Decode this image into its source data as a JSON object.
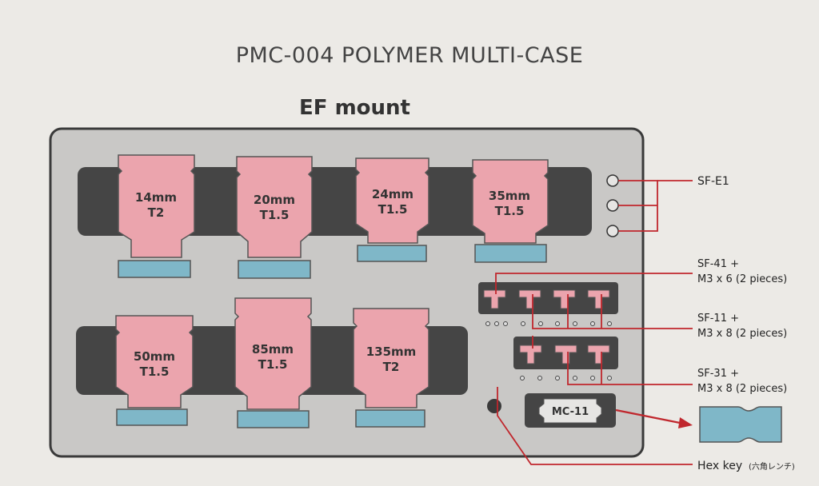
{
  "title": "PMC-004  POLYMER MULTI-CASE",
  "subtitle": "EF mount",
  "lenses": [
    {
      "focal": "14mm",
      "aperture": "T2"
    },
    {
      "focal": "20mm",
      "aperture": "T1.5"
    },
    {
      "focal": "24mm",
      "aperture": "T1.5"
    },
    {
      "focal": "35mm",
      "aperture": "T1.5"
    },
    {
      "focal": "50mm",
      "aperture": "T1.5"
    },
    {
      "focal": "85mm",
      "aperture": "T1.5"
    },
    {
      "focal": "135mm",
      "aperture": "T2"
    }
  ],
  "callouts": {
    "sf_e1": "SF-E1",
    "sf_41_line1": "SF-41 +",
    "sf_41_line2": "M3 x 6 (2 pieces)",
    "sf_11_line1": "SF-11 +",
    "sf_11_line2": "M3 x 8 (2 pieces)",
    "sf_31_line1": "SF-31 +",
    "sf_31_line2": "M3 x 8 (2 pieces)",
    "hex_key": "Hex key",
    "hex_key_jp": "(六角レンチ)"
  },
  "mc_label": "MC-11",
  "colors": {
    "case_fill": "#c9c8c6",
    "case_stroke": "#3a3a3a",
    "foam_dark": "#454545",
    "lens_pink": "#eba4ad",
    "lens_stroke": "#555555",
    "cap_blue": "#7fb7c8",
    "line_red": "#c0272d"
  }
}
